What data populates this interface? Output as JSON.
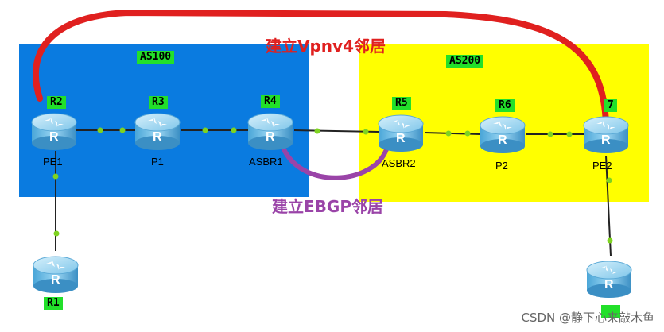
{
  "colors": {
    "as100_bg": "#0a7be0",
    "as200_bg": "#ffff00",
    "vpnv4_line": "#e0201f",
    "ebgp_line": "#9a44a8",
    "link": "#222222",
    "link_dot": "#7ed321",
    "tag_bg": "#22e02a"
  },
  "areas": [
    {
      "id": "as100",
      "label": "AS100"
    },
    {
      "id": "as200",
      "label": "AS200"
    }
  ],
  "routers": [
    {
      "id": "r2",
      "tag": "R2",
      "name": "PE1"
    },
    {
      "id": "r3",
      "tag": "R3",
      "name": "P1"
    },
    {
      "id": "r4",
      "tag": "R4",
      "name": "ASBR1"
    },
    {
      "id": "r5",
      "tag": "R5",
      "name": "ASBR2"
    },
    {
      "id": "r6",
      "tag": "R6",
      "name": "P2"
    },
    {
      "id": "r7",
      "tag": "7",
      "name": "PE2"
    },
    {
      "id": "r1",
      "tag": "R1",
      "name": ""
    },
    {
      "id": "r8",
      "tag": "",
      "name": ""
    }
  ],
  "router_icon_letter": "R",
  "annotations": {
    "vpnv4": "建立Vpnv4邻居",
    "ebgp": "建立EBGP邻居"
  },
  "watermark": "CSDN @静下心来敲木鱼"
}
